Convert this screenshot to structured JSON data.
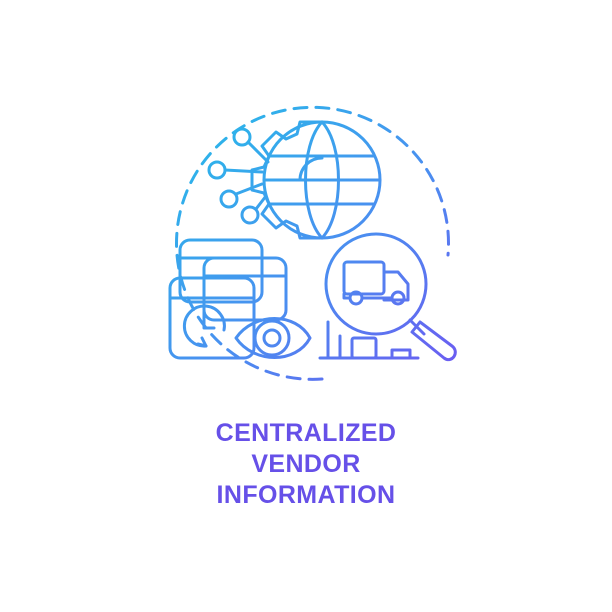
{
  "concept_icon": {
    "name": "centralized-vendor-information-concept-icon",
    "gradient_colors": [
      "#2ab3ec",
      "#4f8fee",
      "#6a5ff0"
    ],
    "motifs": [
      "gear-globe-icon",
      "circuit-nodes-icon",
      "browser-windows-icon",
      "clock-icon",
      "eye-icon",
      "magnifier-icon",
      "delivery-truck-icon",
      "bar-chart-icon"
    ]
  },
  "caption": {
    "line1": "CENTRALIZED",
    "line2": "VENDOR",
    "line3": "INFORMATION",
    "color": "#6650e8"
  }
}
